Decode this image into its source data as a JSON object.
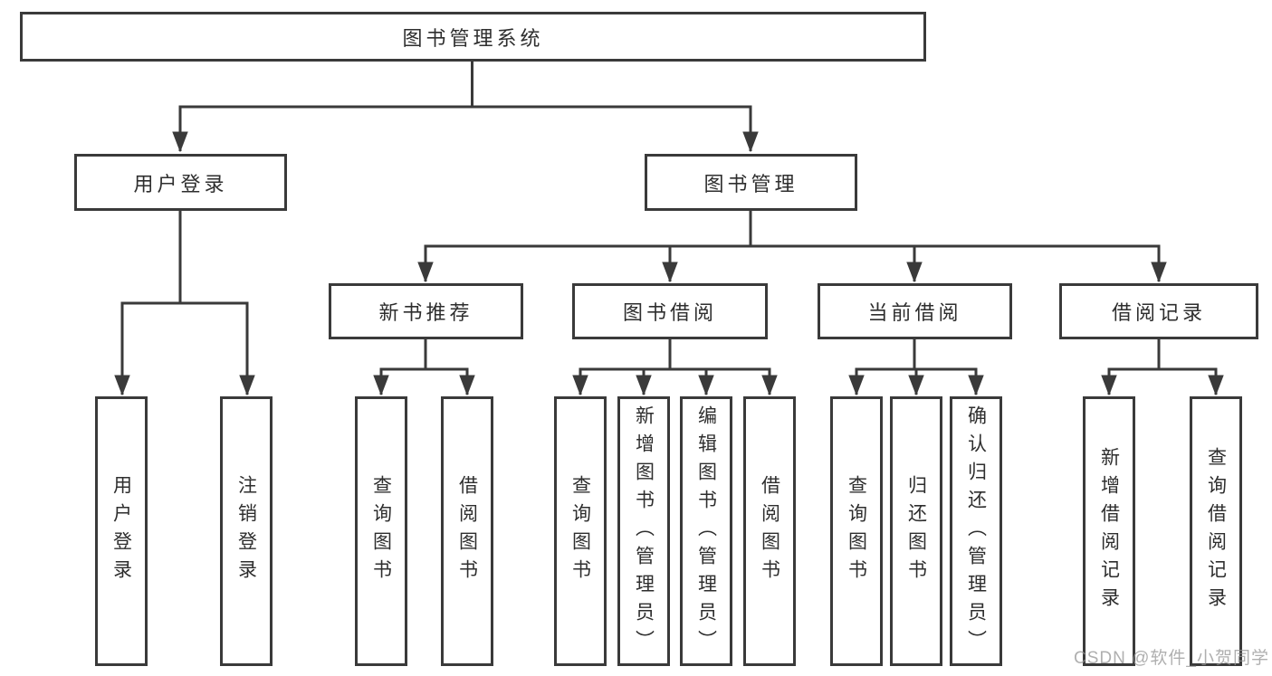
{
  "tree": {
    "root": "图书管理系统",
    "children": [
      {
        "label": "用户登录",
        "children": [
          "用户登录",
          "注销登录"
        ]
      },
      {
        "label": "图书管理",
        "children": [
          {
            "label": "新书推荐",
            "children": [
              "查询图书",
              "借阅图书"
            ]
          },
          {
            "label": "图书借阅",
            "children": [
              "查询图书",
              "新增图书（管理员）",
              "编辑图书（管理员）",
              "借阅图书"
            ]
          },
          {
            "label": "当前借阅",
            "children": [
              "查询图书",
              "归还图书",
              "确认归还（管理员）"
            ]
          },
          {
            "label": "借阅记录",
            "children": [
              "新增借阅记录",
              "查询借阅记录"
            ]
          }
        ]
      }
    ]
  },
  "watermark": {
    "text": "CSDN @软件_小贺同学"
  },
  "colors": {
    "line": "#3a3a3a",
    "text": "#2e2e2e",
    "background": "#ffffff",
    "watermark": "#949494"
  }
}
